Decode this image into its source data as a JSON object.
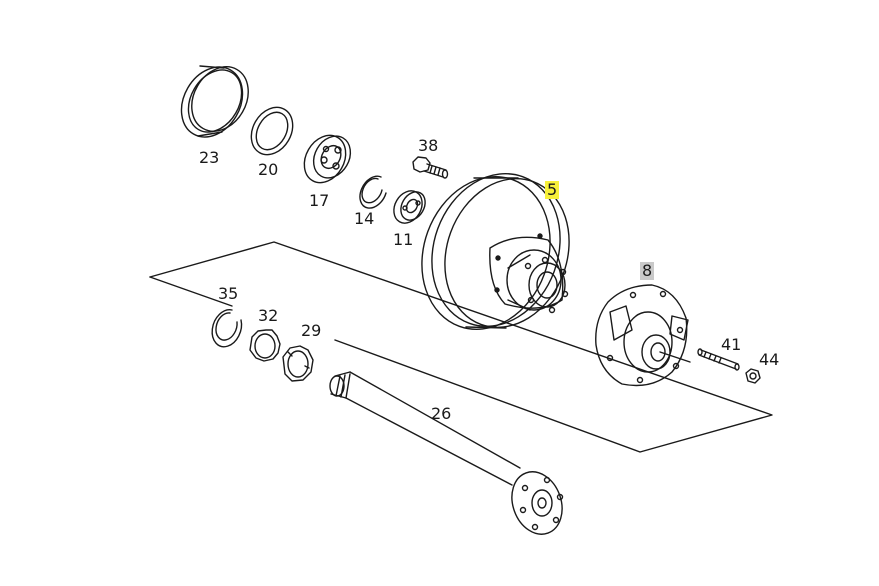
{
  "diagram": {
    "labels": {
      "p23": "23",
      "p20": "20",
      "p17": "17",
      "p14": "14",
      "p38": "38",
      "p11": "11",
      "p5": "5",
      "p8": "8",
      "p35": "35",
      "p32": "32",
      "p29": "29",
      "p41": "41",
      "p44": "44",
      "p26": "26"
    },
    "highlight_colors": {
      "selected": "#f7f03a",
      "secondary": "#c9c9c9"
    }
  }
}
